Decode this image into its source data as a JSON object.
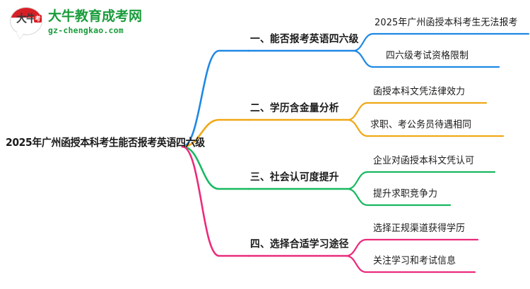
{
  "logo": {
    "mark_text": "大牛",
    "badge_text": "考",
    "brand_name": "大牛教育成考网",
    "url": "gz-chengkao.com",
    "brand_color": "#1a9c3c",
    "mark_color": "#d81f26"
  },
  "mindmap": {
    "root": {
      "label": "2025年广州函授本科考生能否报考英语四六级"
    },
    "branches": [
      {
        "label": "一、能否报考英语四六级",
        "color": "#1e88e5",
        "children": [
          {
            "label": "2025年广州函授本科考生无法报考"
          },
          {
            "label": "四六级考试资格限制"
          }
        ]
      },
      {
        "label": "二、学历含金量分析",
        "color": "#f0a816",
        "children": [
          {
            "label": "函授本科文凭法律效力"
          },
          {
            "label": "求职、考公务员待遇相同"
          }
        ]
      },
      {
        "label": "三、社会认可度提升",
        "color": "#18b861",
        "children": [
          {
            "label": "企业对函授本科文凭认可"
          },
          {
            "label": "提升求职竞争力"
          }
        ]
      },
      {
        "label": "四、选择合适学习途径",
        "color": "#ec2a7b",
        "children": [
          {
            "label": "选择正规渠道获得学历"
          },
          {
            "label": "关注学习和考试信息"
          }
        ]
      }
    ]
  }
}
